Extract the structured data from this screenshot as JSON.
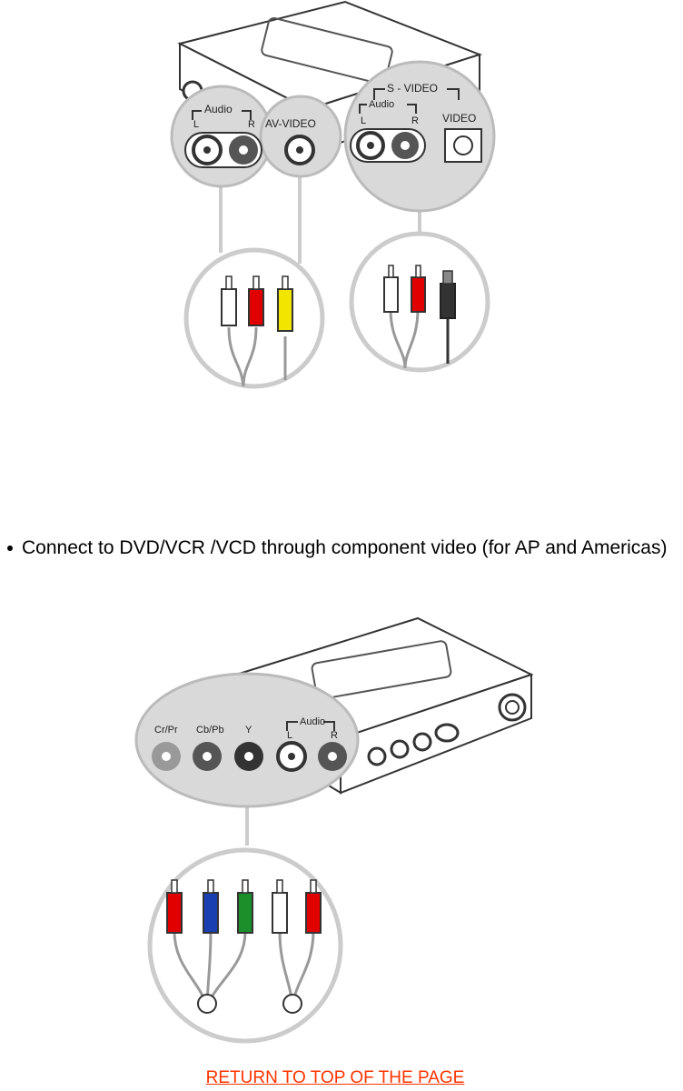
{
  "figure1": {
    "panel_left": {
      "audio_label": "Audio",
      "left_label": "L",
      "right_label": "R",
      "video_label": "AV-VIDEO"
    },
    "panel_right": {
      "svideo_label": "S - VIDEO",
      "audio_label": "Audio",
      "left_label": "L",
      "right_label": "R",
      "video_label": "VIDEO"
    }
  },
  "bullet": {
    "text": "Connect to DVD/VCR /VCD through component video (for AP and Americas)"
  },
  "figure2": {
    "panel": {
      "cr_label": "Cr/Pr",
      "cb_label": "Cb/Pb",
      "y_label": "Y",
      "audio_label": "Audio",
      "left_label": "L",
      "right_label": "R"
    }
  },
  "footer": {
    "return_link": "RETURN TO TOP OF THE PAGE"
  },
  "colors": {
    "link": "#ff3300",
    "panel_gray": "#d9d9d9",
    "red": "#e00000",
    "yellow": "#f2e600",
    "blue": "#1a3fb0",
    "green": "#1a8f2a"
  }
}
